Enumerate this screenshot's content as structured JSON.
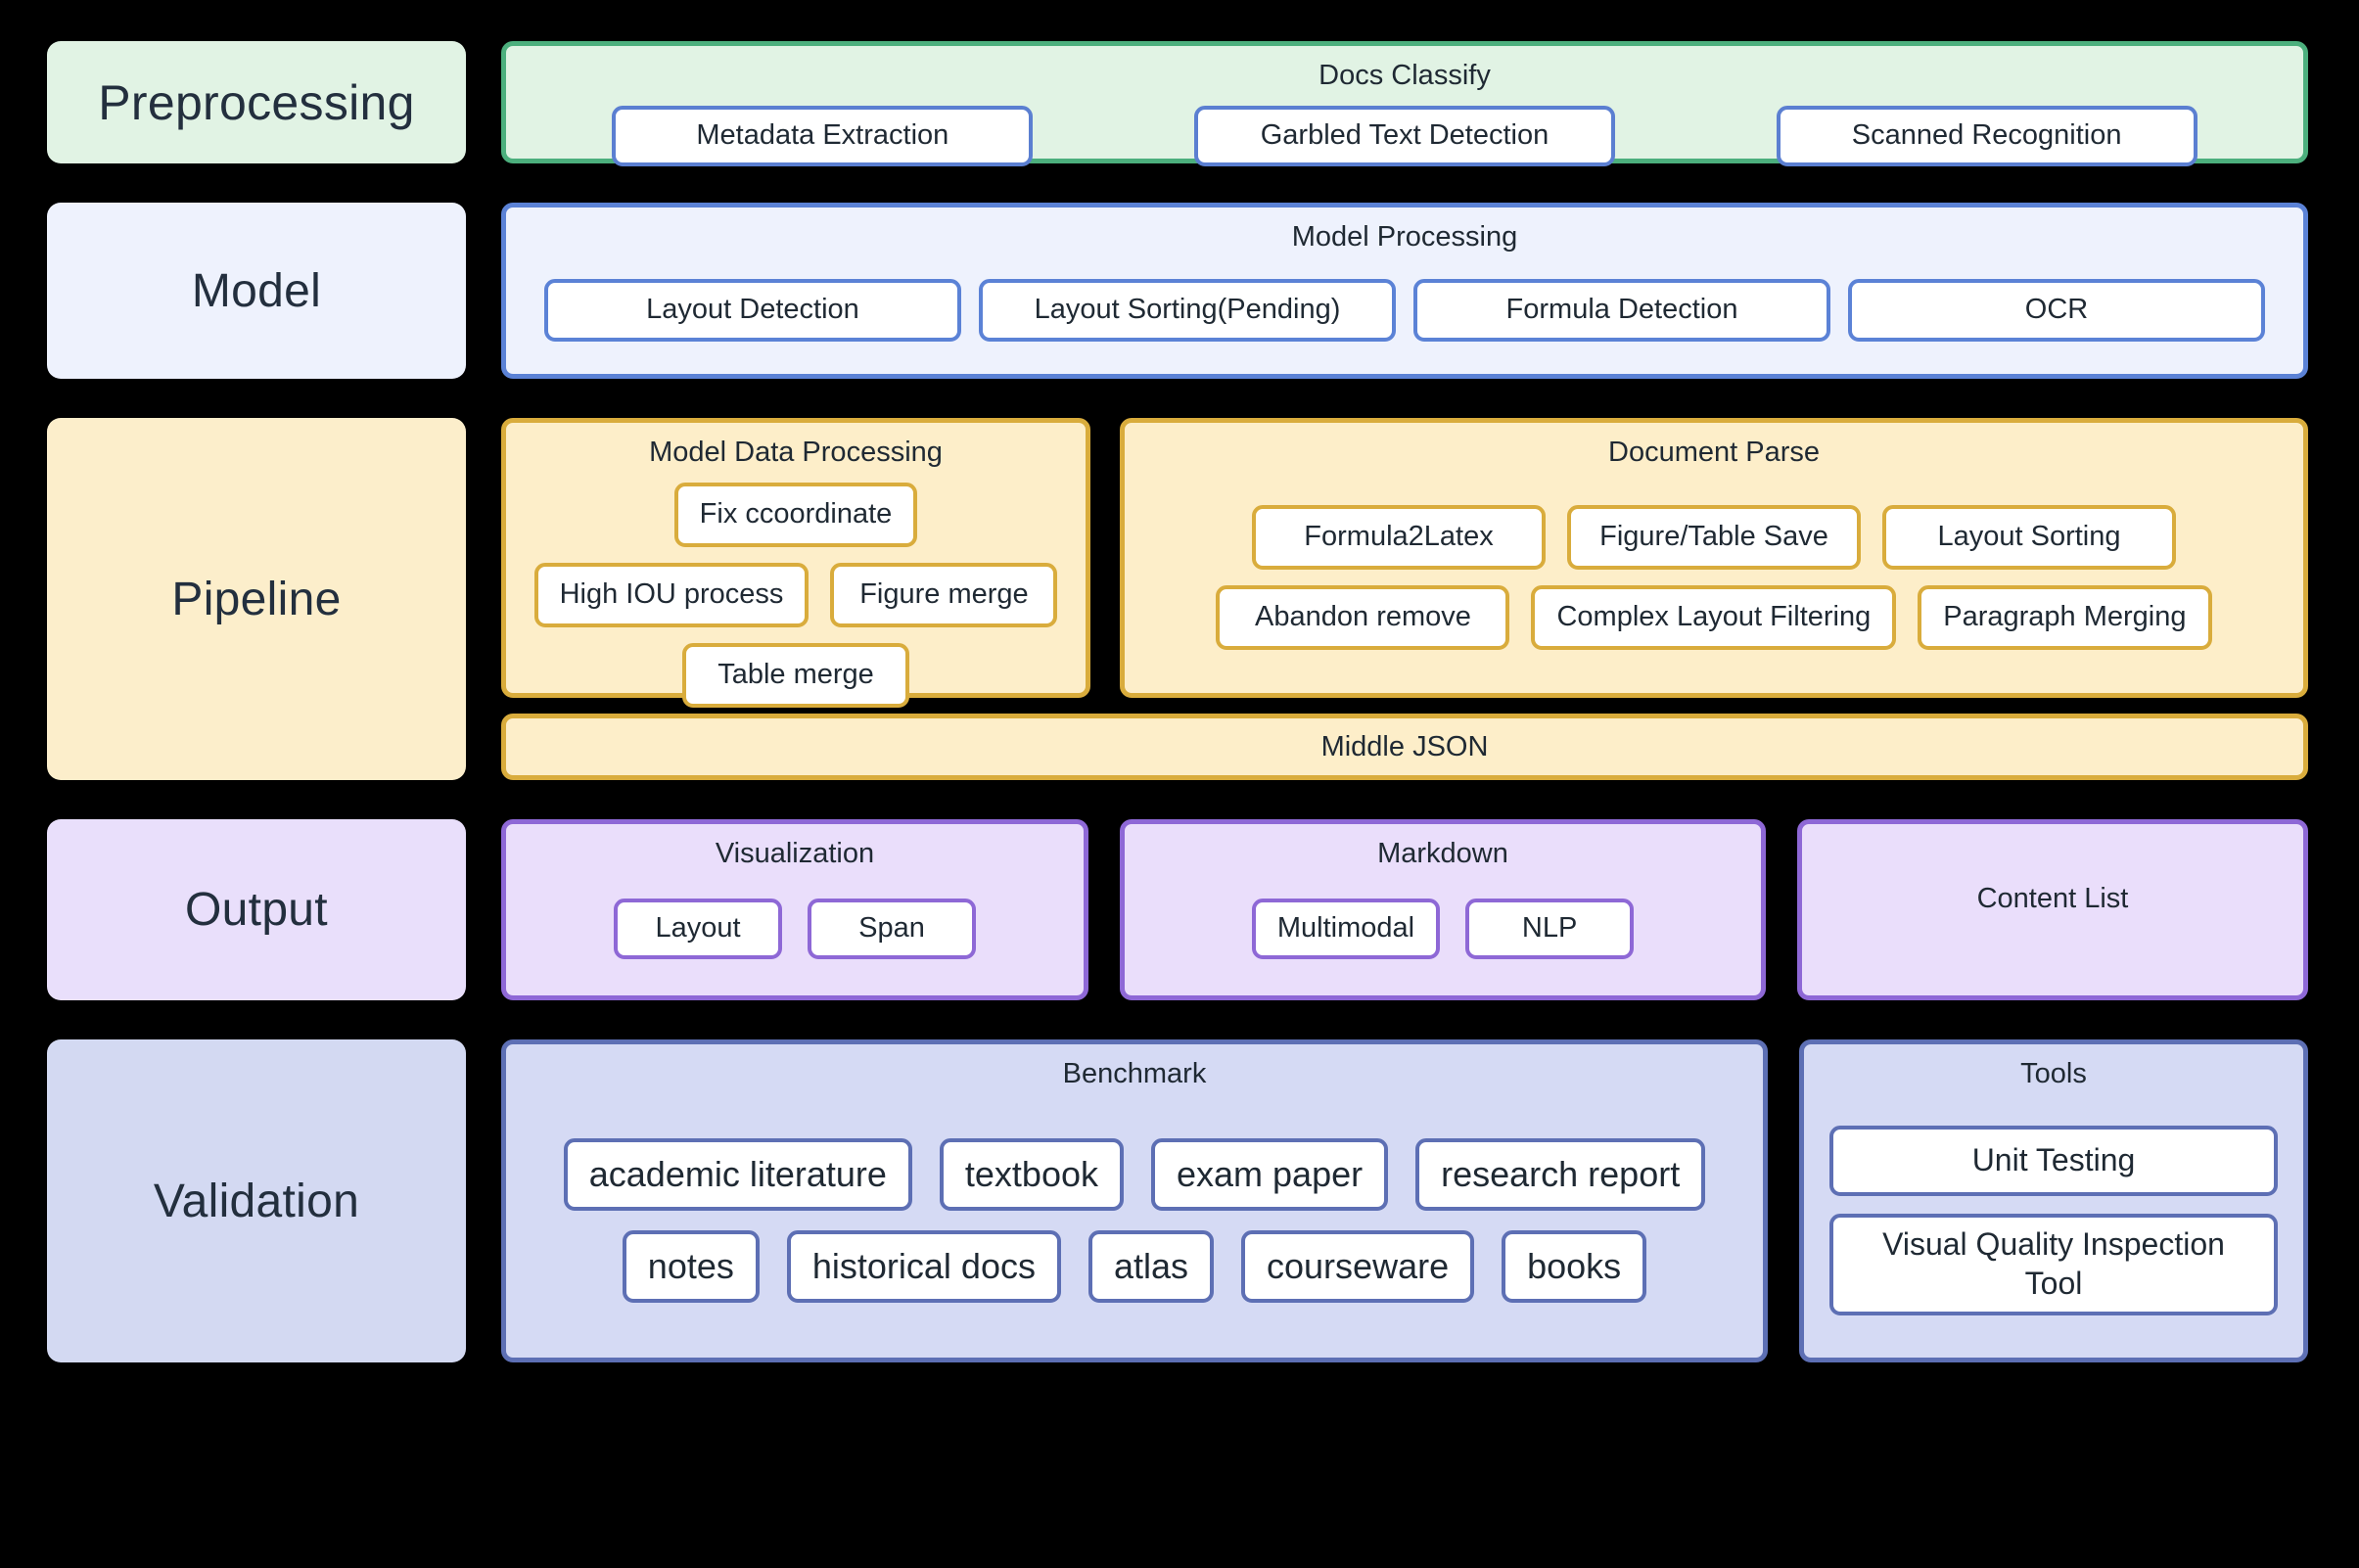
{
  "colors": {
    "background": "#000000",
    "green_fill": "#E1F3E4",
    "green_border": "#4CAF7D",
    "blue_fill": "#EEF2FD",
    "blue_border": "#5B82D6",
    "yellow_fill": "#FDEEC9",
    "yellow_border": "#D9AC3C",
    "purple_fill": "#EADEFB",
    "purple_border": "#8E68D6",
    "periwinkle_fill": "#D5DAF4",
    "periwinkle_border": "#5D6FB4",
    "chip_fill": "#FFFFFF",
    "text": "#1F2933"
  },
  "rows": [
    {
      "label": "Preprocessing",
      "groups": [
        {
          "title": "Docs Classify",
          "items": [
            "Metadata Extraction",
            "Garbled Text Detection",
            "Scanned Recognition"
          ]
        }
      ]
    },
    {
      "label": "Model",
      "groups": [
        {
          "title": "Model Processing",
          "items": [
            "Layout Detection",
            "Layout Sorting(Pending)",
            "Formula Detection",
            "OCR"
          ]
        }
      ]
    },
    {
      "label": "Pipeline",
      "groups": [
        {
          "title": "Model Data Processing",
          "items": [
            "Fix ccoordinate",
            "High IOU process",
            "Figure merge",
            "Table merge"
          ]
        },
        {
          "title": "Document Parse",
          "items": [
            "Formula2Latex",
            "Figure/Table Save",
            "Layout Sorting",
            "Abandon remove",
            "Complex Layout Filtering",
            "Paragraph Merging"
          ]
        }
      ],
      "banner": "Middle JSON"
    },
    {
      "label": "Output",
      "groups": [
        {
          "title": "Visualization",
          "items": [
            "Layout",
            "Span"
          ]
        },
        {
          "title": "Markdown",
          "items": [
            "Multimodal",
            "NLP"
          ]
        },
        {
          "title": "Content List",
          "items": []
        }
      ]
    },
    {
      "label": "Validation",
      "groups": [
        {
          "title": "Benchmark",
          "items": [
            "academic literature",
            "textbook",
            "exam paper",
            "research report",
            "notes",
            "historical docs",
            "atlas",
            "courseware",
            "books"
          ]
        },
        {
          "title": "Tools",
          "items": [
            "Unit Testing",
            "Visual Quality Inspection Tool"
          ]
        }
      ]
    }
  ]
}
